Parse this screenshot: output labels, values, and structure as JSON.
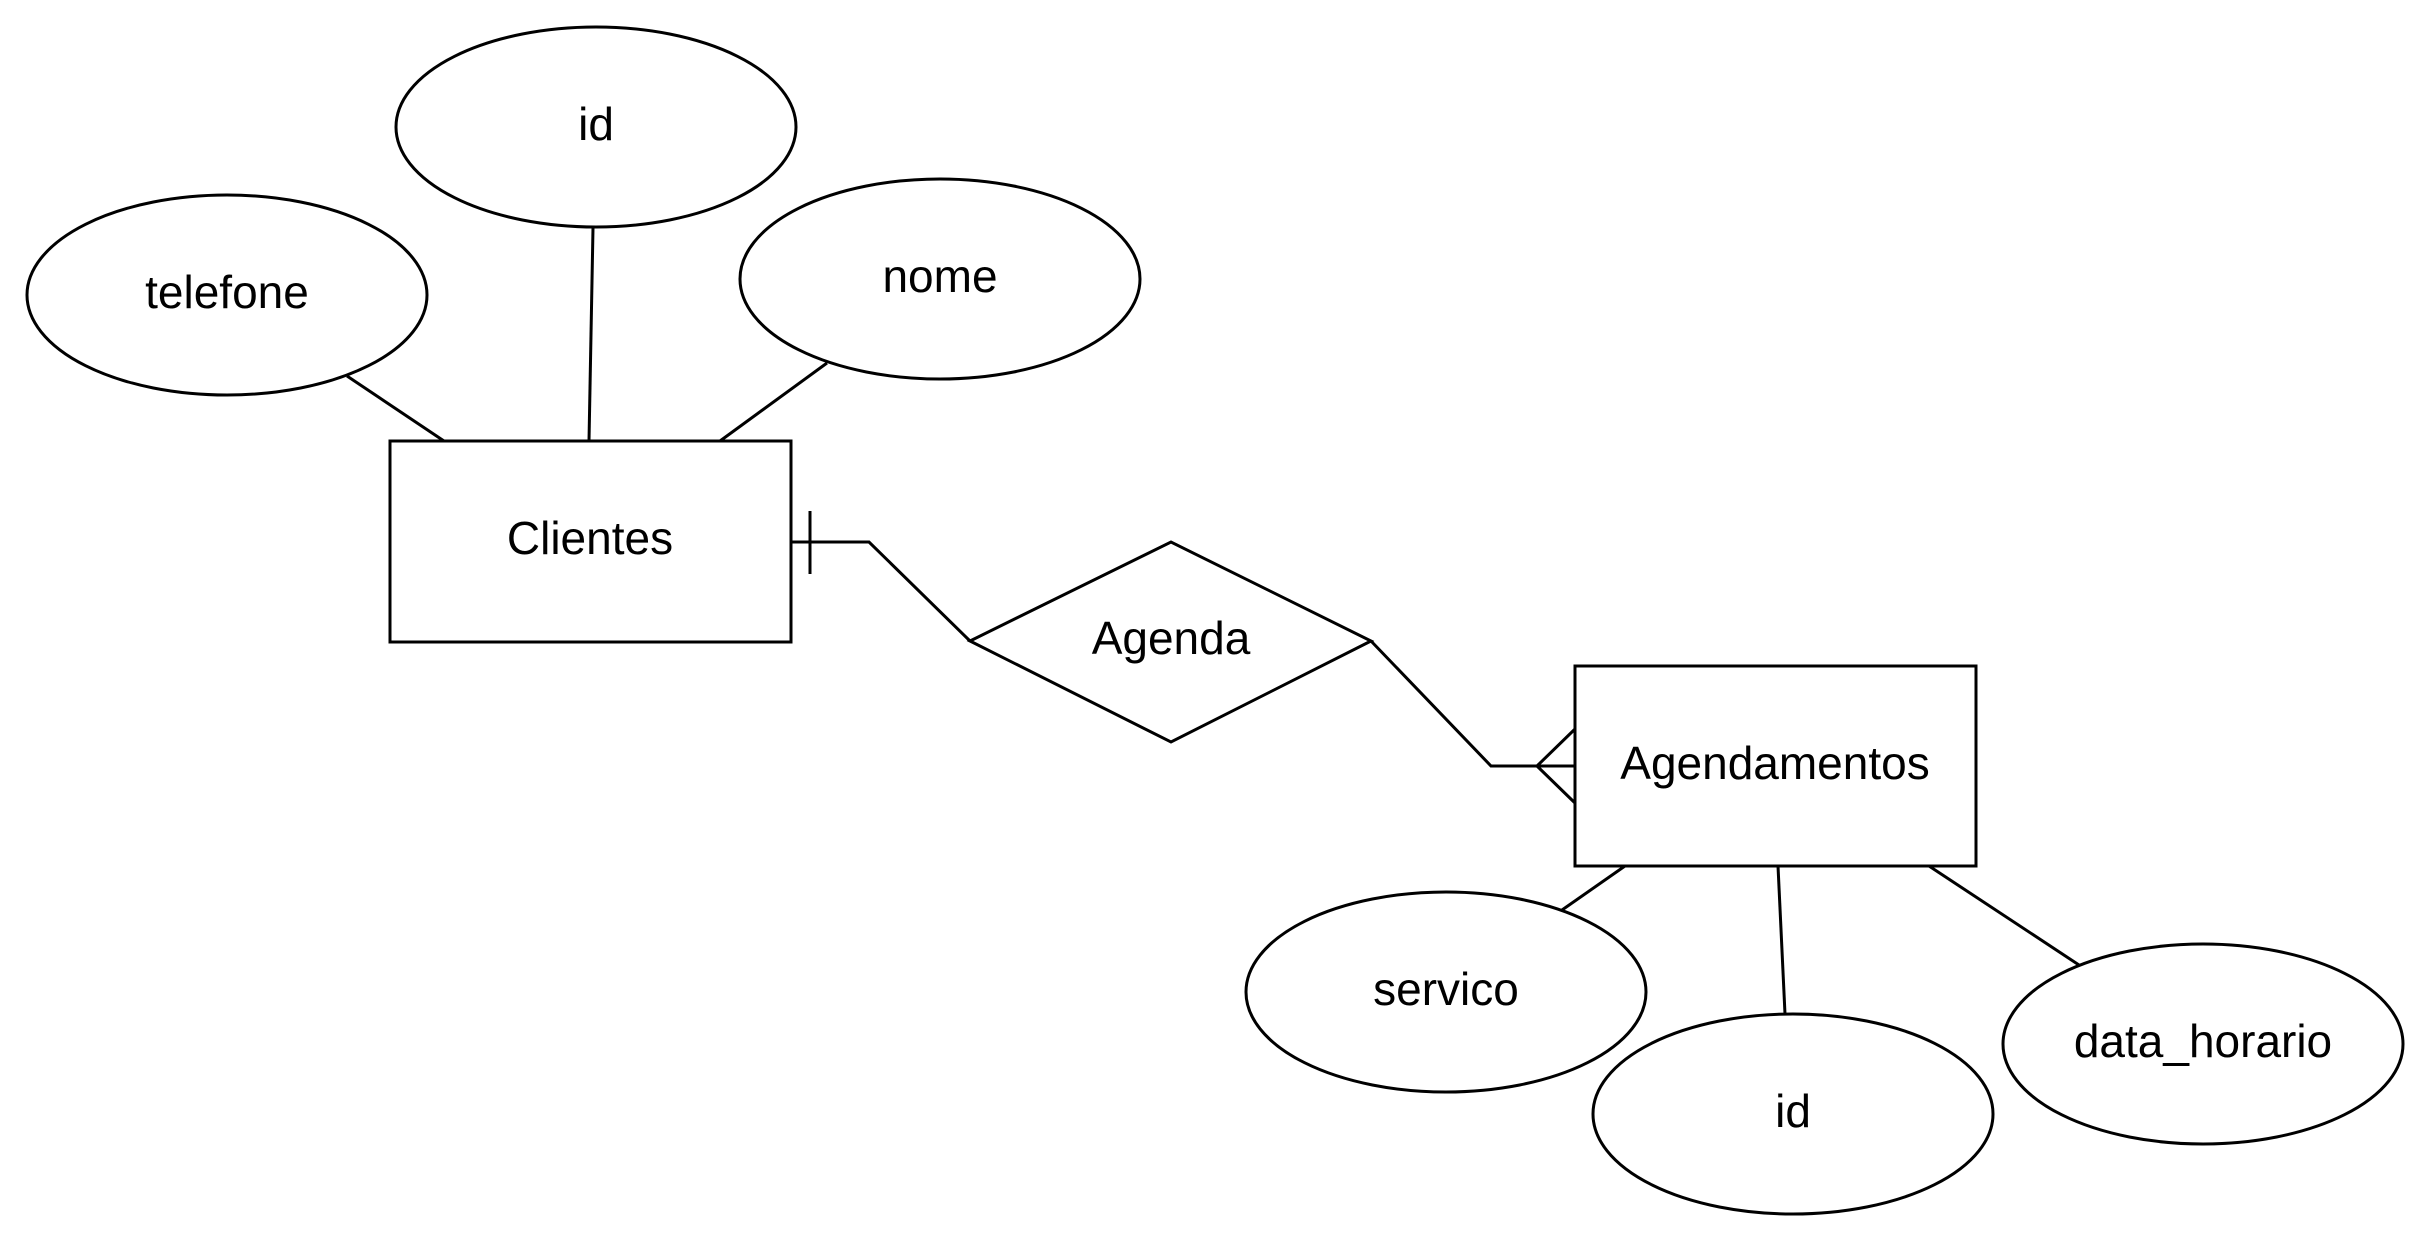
{
  "diagram": {
    "entities": {
      "clientes": {
        "label": "Clientes"
      },
      "agendamentos": {
        "label": "Agendamentos"
      }
    },
    "relationship": {
      "label": "Agenda"
    },
    "attributes": {
      "clientes_id": {
        "label": "id"
      },
      "clientes_telefone": {
        "label": "telefone"
      },
      "clientes_nome": {
        "label": "nome"
      },
      "agendamentos_servico": {
        "label": "servico"
      },
      "agendamentos_id": {
        "label": "id"
      },
      "agendamentos_data_horario": {
        "label": "data_horario"
      }
    },
    "cardinality": {
      "clientes_side": "one",
      "agendamentos_side": "many"
    }
  }
}
